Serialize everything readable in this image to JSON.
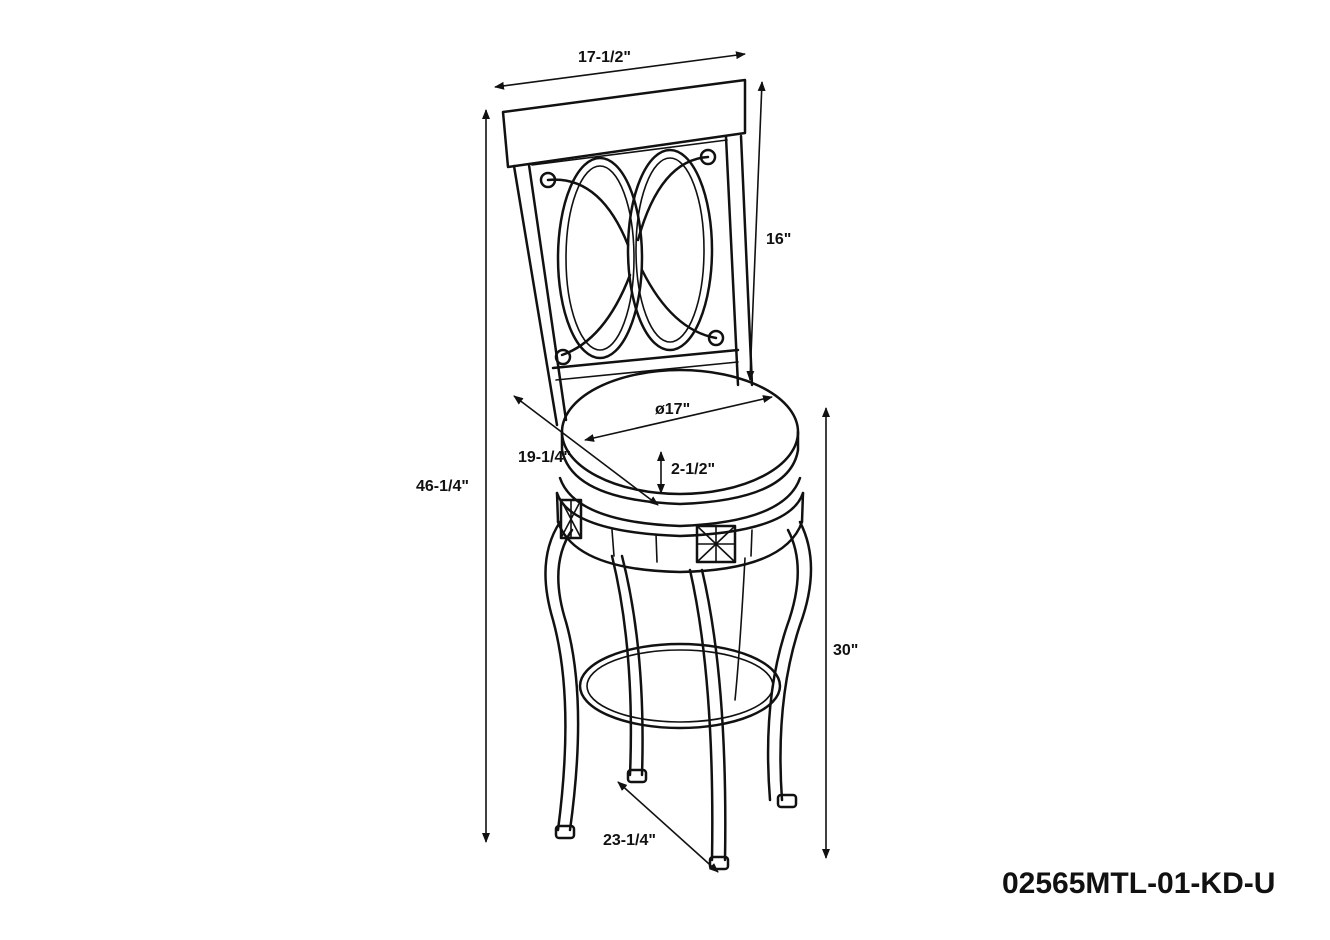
{
  "dimensions": {
    "back_width": "17-1/2\"",
    "back_height": "16\"",
    "total_height": "46-1/4\"",
    "seat_diameter": "ø17\"",
    "seat_depth": "19-1/4\"",
    "cushion_thickness": "2-1/2\"",
    "seat_height": "30\"",
    "base_width": "23-1/4\""
  },
  "model_number": "02565MTL-01-KD-U",
  "colors": {
    "line": "#111111",
    "background": "#ffffff"
  }
}
